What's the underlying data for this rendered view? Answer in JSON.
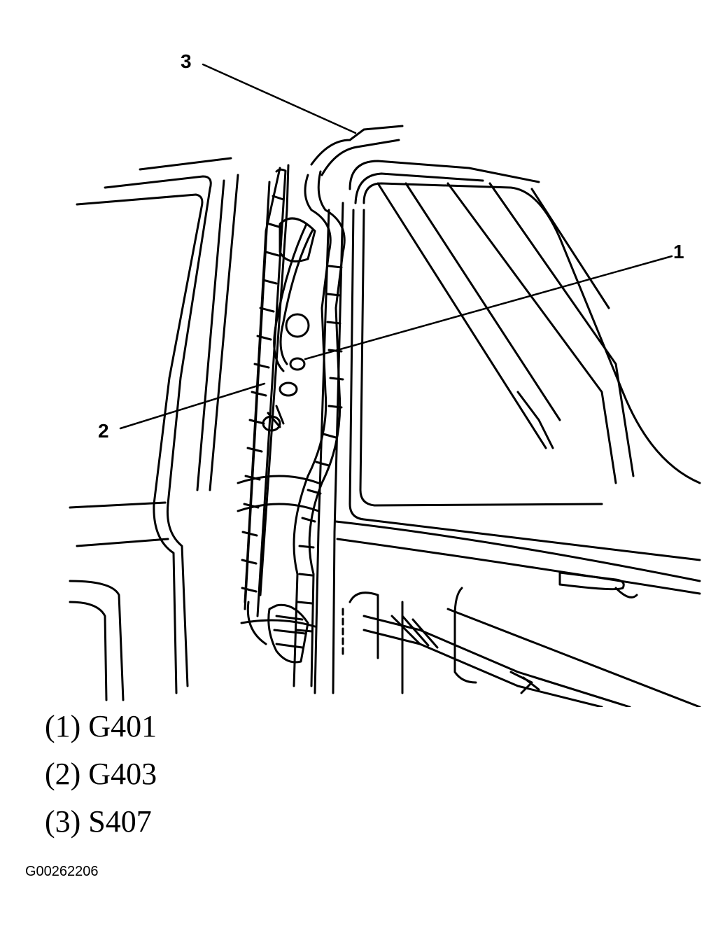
{
  "diagram": {
    "subject": "Rear body pillar wiring harness with ground and splice locations",
    "callouts": [
      {
        "number": "1",
        "label": "G401"
      },
      {
        "number": "2",
        "label": "G403"
      },
      {
        "number": "3",
        "label": "S407"
      }
    ]
  },
  "legend": {
    "items": [
      {
        "text": "(1) G401"
      },
      {
        "text": "(2) G403"
      },
      {
        "text": "(3) S407"
      }
    ]
  },
  "figure_id": "G00262206"
}
